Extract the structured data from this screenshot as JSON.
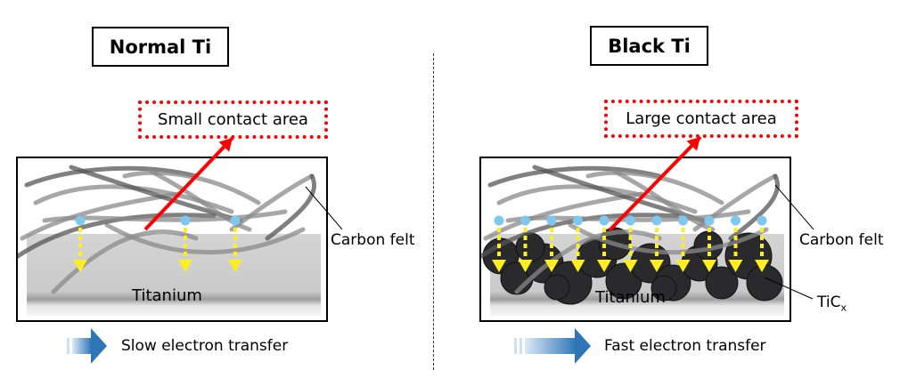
{
  "panels": {
    "left": {
      "title": "Normal Ti",
      "contact_label": "Small contact area",
      "felt_label": "Carbon felt",
      "substrate_label": "Titanium",
      "transfer_label": "Slow electron transfer",
      "electron_paths": 3
    },
    "right": {
      "title": "Black Ti",
      "contact_label": "Large contact area",
      "felt_label": "Carbon felt",
      "substrate_label": "Titanium",
      "coating_label_main": "TiC",
      "coating_label_sub": "x",
      "transfer_label": "Fast electron transfer",
      "electron_paths": 11
    }
  },
  "colors": {
    "contact_border": "#ff0000",
    "contact_arrow": "#ff0000",
    "electron_arrow": "#ffee22",
    "electron_dot": "#7ec8f0",
    "transfer_arrow": "#2e75b6",
    "fiber": "#6a6a6a",
    "substrate": "#cfcfcf",
    "tic_particle": "#2a2a2c"
  }
}
